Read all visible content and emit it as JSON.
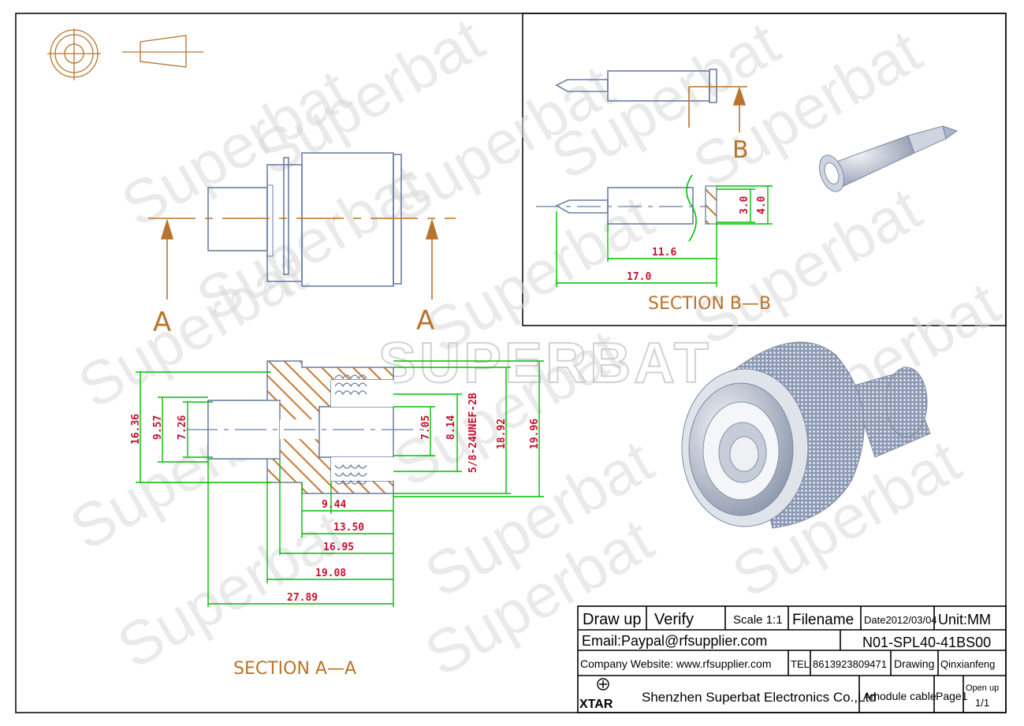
{
  "watermarks": {
    "small": "Superbat",
    "big": "SUPERBAT"
  },
  "section_labels": {
    "aa": "SECTION  A—A",
    "bb": "SECTION  B—B",
    "a_left": "A",
    "a_right": "A",
    "b": "B"
  },
  "dimensions_aa": {
    "d1636": "16.36",
    "d957": "9.57",
    "d726": "7.26",
    "d705": "7.05",
    "d814": "8.14",
    "thread": "5/8-24UNEF-2B",
    "d1892": "18.92",
    "d1996": "19.96",
    "d944": "9.44",
    "d1350": "13.50",
    "d1695": "16.95",
    "d1908": "19.08",
    "d2789": "27.89"
  },
  "dimensions_bb": {
    "d30": "3.0",
    "d40": "4.0",
    "d116": "11.6",
    "d170": "17.0"
  },
  "title_block": {
    "draw_up": "Draw up",
    "verify": "Verify",
    "scale": "Scale 1:1",
    "filename": "Filename",
    "date": "Date2012/03/04",
    "unit": "Unit:MM",
    "email": "Email:Paypal@rfsupplier.com",
    "part_no": "N01-SPL40-41BS00",
    "website": "Company Website:  www.rfsupplier.com",
    "tel_label": "TEL",
    "tel": "8613923809471",
    "drawing": "Drawing",
    "drawer": "Qinxianfeng",
    "logo": "XTAR",
    "company": "Shenzhen Superbat Electronics Co.,Ltd",
    "module": "Amodule cable",
    "page": "Page1",
    "open_up": "Open up",
    "open_up_pages": "1/1"
  },
  "colors": {
    "outline": "#6a7fa3",
    "dimension": "#00c000",
    "dim_text": "#c8102e",
    "label": "#b8742c",
    "hatch": "#c8782e"
  }
}
